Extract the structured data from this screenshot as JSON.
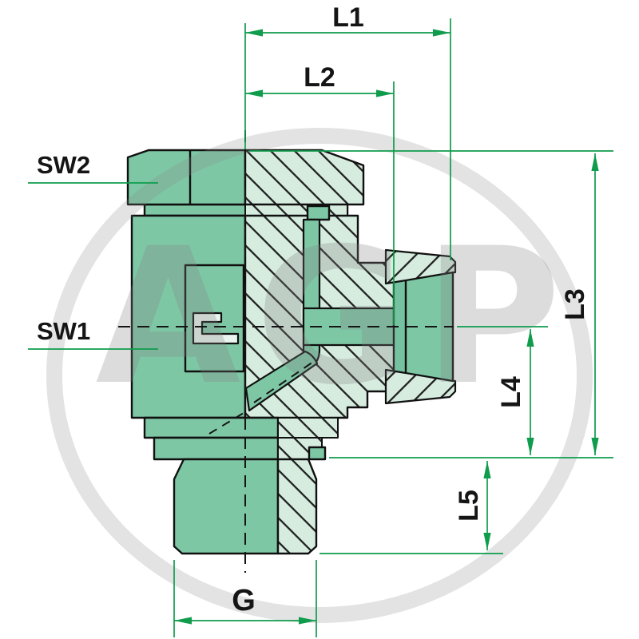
{
  "diagram": {
    "type": "technical-drawing",
    "description": "Cross-section drawing of a banjo swivel elbow hydraulic fitting with dimension callouts",
    "watermark_text": "AGP",
    "labels": {
      "l1": "L1",
      "l2": "L2",
      "l3": "L3",
      "l4": "L4",
      "l5": "L5",
      "g": "G",
      "sw1": "SW1",
      "sw2": "SW2"
    },
    "colors": {
      "part_solid_green": "#7ec7a5",
      "section_light_green": "#d6ecdf",
      "section_hatch": "#222222",
      "outline_black": "#101010",
      "dimension_green": "#0f9c4c",
      "watermark_gray": "#c9c9c9",
      "background": "#ffffff"
    }
  }
}
